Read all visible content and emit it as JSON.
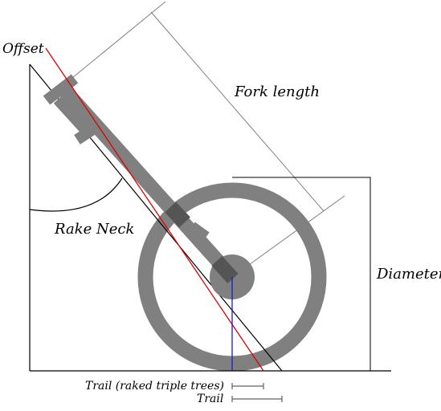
{
  "labels": {
    "offset": "Offset",
    "fork_length": "Fork length",
    "rake_neck": "Rake Neck",
    "diameter": "Diameter",
    "trail_raked": "Trail (raked triple trees)",
    "trail": "Trail"
  },
  "colors": {
    "line": "#000000",
    "guide": "#808080",
    "fork": "#808080",
    "fork_dark": "#555555",
    "wheel": "#808080",
    "offset_line": "#e00000",
    "vertical_line": "#1a1ad0"
  }
}
